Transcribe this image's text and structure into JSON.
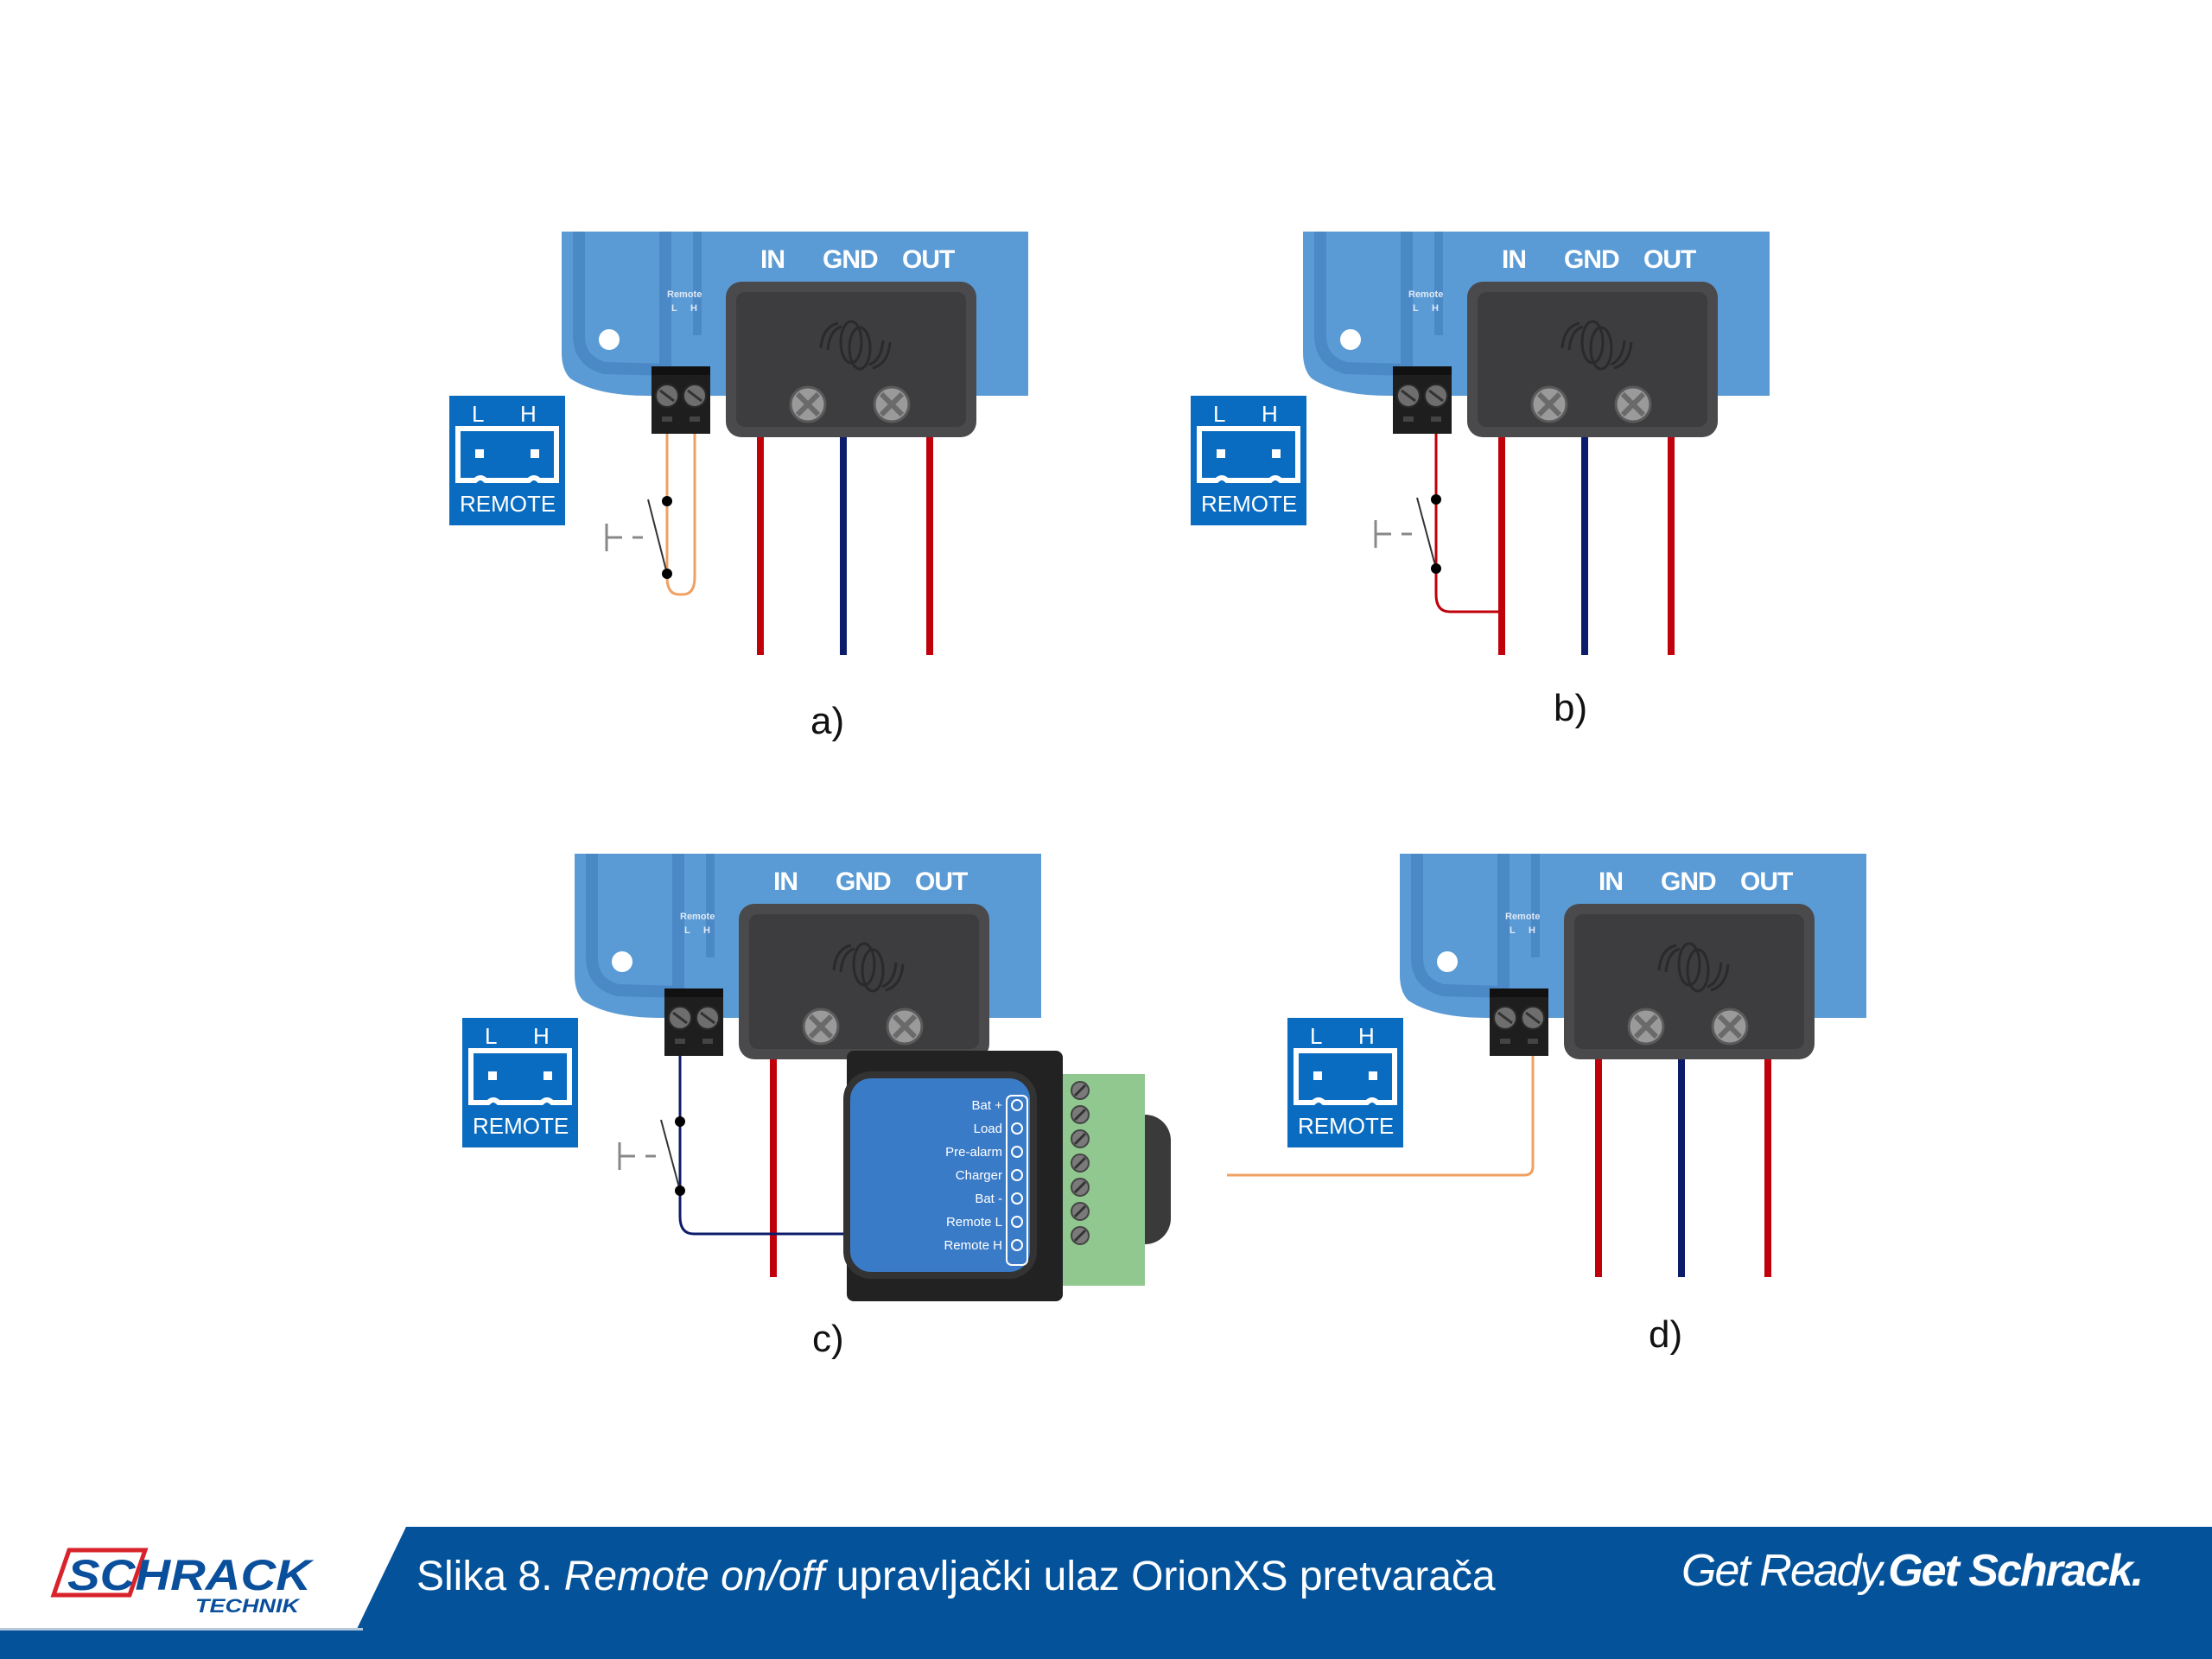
{
  "diagram": {
    "terminal_labels": {
      "in": "IN",
      "gnd": "GND",
      "out": "OUT"
    },
    "remote_small_label": "Remote",
    "remote_small_l": "L",
    "remote_small_h": "H",
    "badge": {
      "l": "L",
      "h": "H",
      "text": "REMOTE"
    },
    "colors": {
      "plate": "#5b9bd5",
      "plate_dark": "#4a88c6",
      "connector": "#4a4a4c",
      "badge": "#0a6cc0",
      "wire_red": "#c0000b",
      "wire_blue": "#0c1c6a",
      "wire_orange": "#f0a060"
    },
    "panels": [
      {
        "id": "a",
        "label": "a)",
        "description": "Switch between Remote L and Remote H"
      },
      {
        "id": "b",
        "label": "b)",
        "description": "Switch from Remote H to IN (positive)"
      },
      {
        "id": "c",
        "label": "c)",
        "description": "Switch from Remote L to GND"
      },
      {
        "id": "d",
        "label": "d)",
        "description": "Remote connected to battery protect / BMS Load output"
      }
    ],
    "bms_labels": [
      "Bat +",
      "Load",
      "Pre-alarm",
      "Charger",
      "Bat -",
      "Remote L",
      "Remote H"
    ]
  },
  "footer": {
    "logo_main": "SCHRACK",
    "logo_sub": "TECHNIK",
    "caption_prefix": "Slika 8. ",
    "caption_italic": "Remote on/off",
    "caption_rest": " upravljački ulaz OrionXS pretvarača",
    "tagline_light": "Get Ready.",
    "tagline_bold": "Get Schrack.",
    "colors": {
      "band": "#04539a",
      "logo_red": "#d9232b",
      "logo_blue": "#0a4f9c"
    }
  }
}
